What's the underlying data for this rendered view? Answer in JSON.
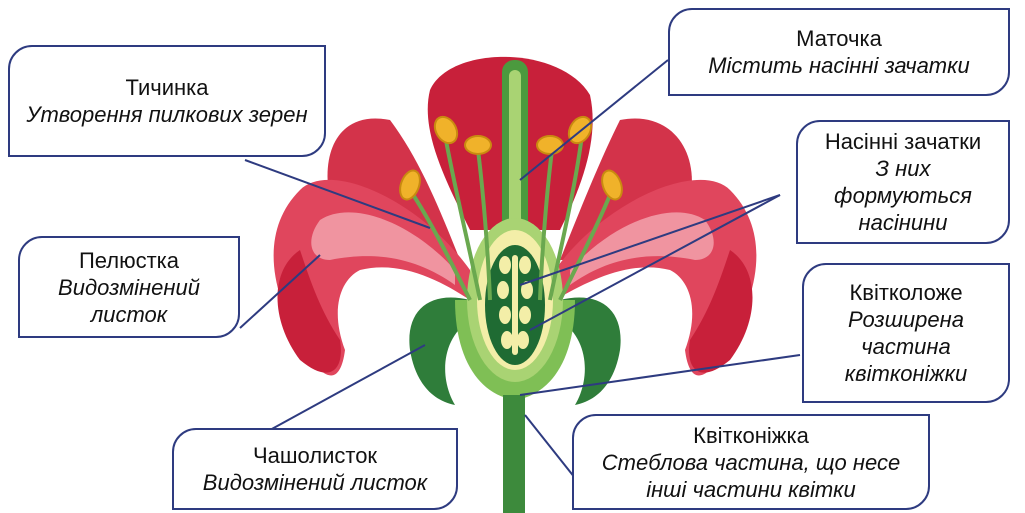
{
  "diagram": {
    "labels": {
      "stamen": {
        "title": "Тичинка",
        "desc": "Утворення пилкових зерен"
      },
      "pistil": {
        "title": "Маточка",
        "desc": "Містить насінні зачатки"
      },
      "ovules": {
        "title": "Насінні зачатки",
        "desc": "З них формуються насінини"
      },
      "petal": {
        "title": "Пелюстка",
        "desc": "Видозмінений листок"
      },
      "receptacle": {
        "title": "Квітколоже",
        "desc": "Розширена частина квітконіжки"
      },
      "sepal": {
        "title": "Чашолисток",
        "desc": "Видозмінений листок"
      },
      "pedicel": {
        "title": "Квітконіжка",
        "desc": "Стеблова частина, що несе інші частини квітки"
      }
    },
    "colors": {
      "petal_dark": "#c8203a",
      "petal_mid": "#e0465d",
      "petal_light": "#f4a7b2",
      "green_dark": "#1f6b33",
      "green_mid": "#4b9a3e",
      "green_light": "#a9d373",
      "ovary_inner": "#f3eea8",
      "anther": "#f0b22a",
      "line": "#2e3b80"
    }
  }
}
